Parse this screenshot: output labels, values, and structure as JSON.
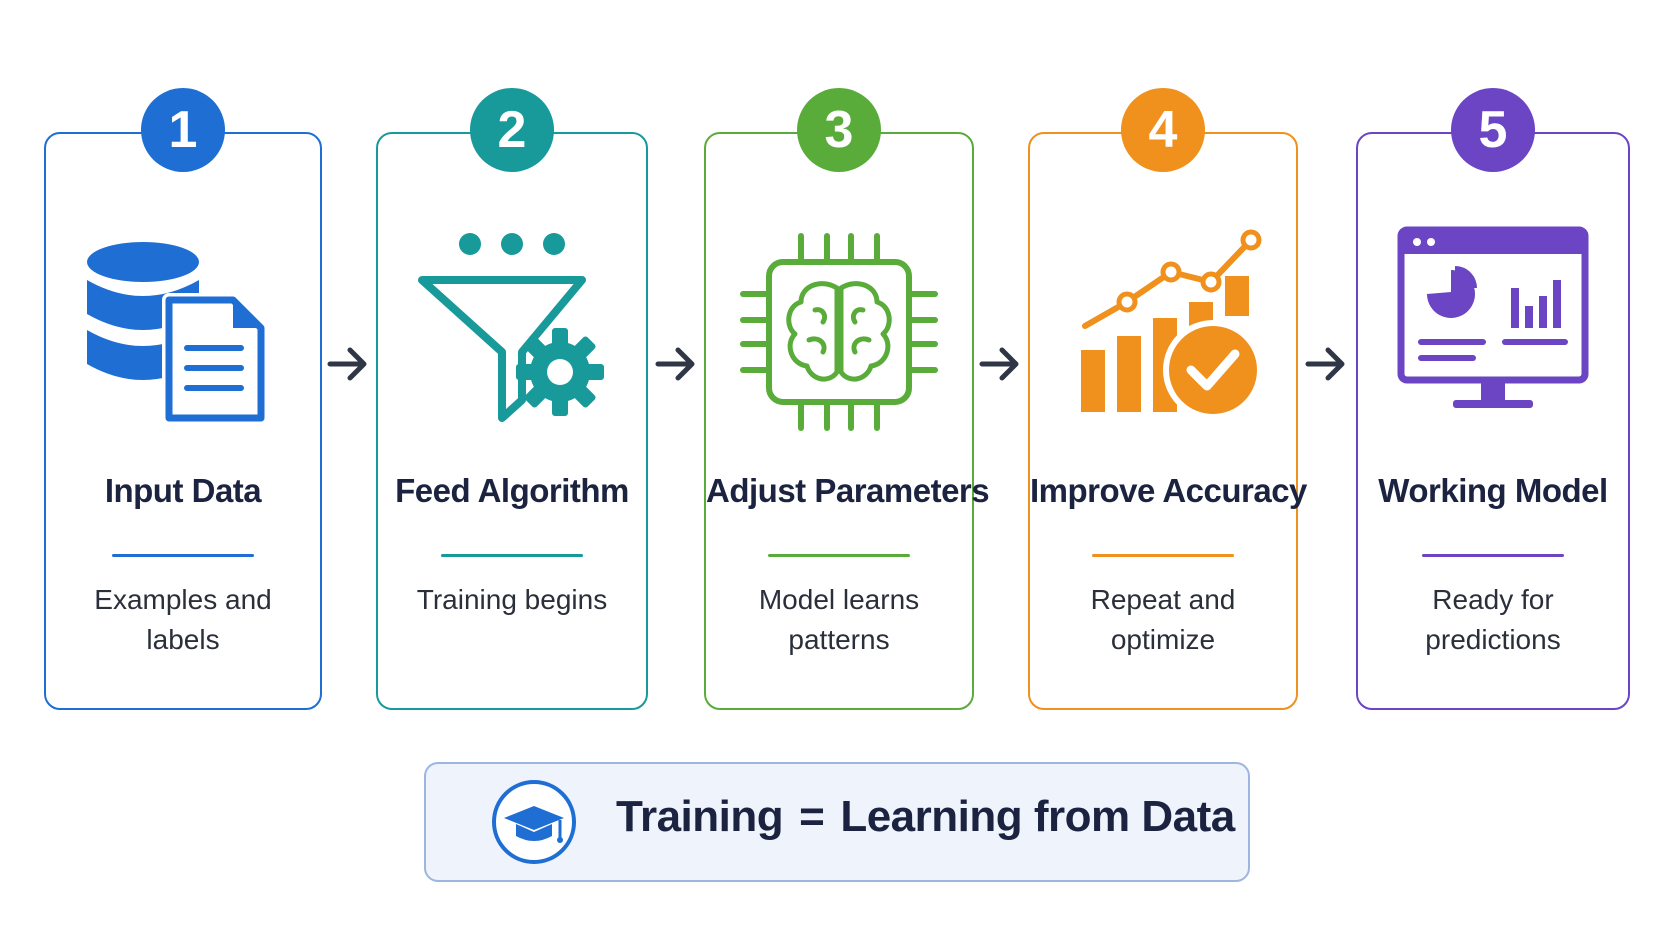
{
  "steps": [
    {
      "number": "1",
      "title": "Input Data",
      "description": "Examples and labels",
      "color": "#1f6ed4",
      "icon": "database-document-icon"
    },
    {
      "number": "2",
      "title": "Feed Algorithm",
      "description": "Training begins",
      "color": "#18999a",
      "icon": "funnel-gear-icon"
    },
    {
      "number": "3",
      "title": "Adjust Parameters",
      "description": "Model learns patterns",
      "color": "#5aac3a",
      "icon": "brain-chip-icon"
    },
    {
      "number": "4",
      "title": "Improve Accuracy",
      "description": "Repeat and optimize",
      "color": "#f0901d",
      "icon": "growth-chart-check-icon"
    },
    {
      "number": "5",
      "title": "Working Model",
      "description": "Ready for predictions",
      "color": "#6b45c4",
      "icon": "monitor-dashboard-icon"
    }
  ],
  "arrow_color": "#2f3645",
  "banner": {
    "left": "Training",
    "operator": "=",
    "right": "Learning from Data",
    "icon": "graduation-cap-icon",
    "accent": "#1f6ed4"
  }
}
